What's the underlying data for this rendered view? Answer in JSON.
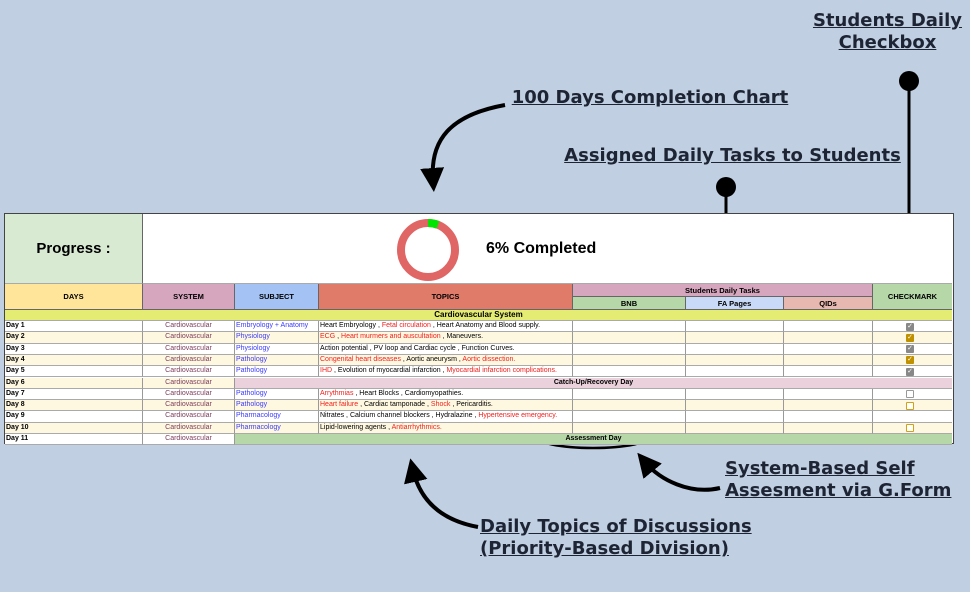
{
  "annotations": {
    "checkbox": "Students Daily Checkbox",
    "chart": "100 Days Completion Chart",
    "tasks": "Assigned Daily Tasks to Students",
    "assessment": "System-Based Self Assesment via G.Form",
    "topics": "Daily Topics of Discussions (Priority-Based Division)"
  },
  "progress": {
    "label": "Progress :",
    "percent": 6,
    "text": "6% Completed",
    "done_color": "#00e600",
    "remaining_color": "#e06666"
  },
  "headers": {
    "days": "DAYS",
    "system": "SYSTEM",
    "subject": "SUBJECT",
    "topics": "TOPICS",
    "tasks": "Students Daily Tasks",
    "bnb": "BNB",
    "fa": "FA Pages",
    "qids": "QIDs",
    "checkmark": "CHECKMARK"
  },
  "section": "Cardiovascular System",
  "rows": [
    {
      "day": "Day 1",
      "system": "Cardiovascular",
      "subject": "Embryology + Anatomy",
      "topics": [
        {
          "t": "Heart Embryology , "
        },
        {
          "t": "Fetal circulation",
          "r": 1
        },
        {
          "t": " , Heart Anatomy and Blood supply."
        }
      ],
      "check": "checked-gray"
    },
    {
      "day": "Day 2",
      "system": "Cardiovascular",
      "subject": "Physiology",
      "topics": [
        {
          "t": "ECG",
          "r": 1
        },
        {
          "t": " , "
        },
        {
          "t": "Heart murmers and auscultation",
          "r": 1
        },
        {
          "t": " , Maneuvers."
        }
      ],
      "check": "checked-gold"
    },
    {
      "day": "Day 3",
      "system": "Cardiovascular",
      "subject": "Physiology",
      "topics": [
        {
          "t": "Action potential , PV loop and Cardiac cycle , Function Curves."
        }
      ],
      "check": "checked-gray"
    },
    {
      "day": "Day 4",
      "system": "Cardiovascular",
      "subject": "Pathology",
      "topics": [
        {
          "t": "Congenital heart diseases",
          "r": 1
        },
        {
          "t": " , Aortic aneurysm , "
        },
        {
          "t": "Aortic dissection.",
          "r": 1
        }
      ],
      "check": "checked-gold"
    },
    {
      "day": "Day 5",
      "system": "Cardiovascular",
      "subject": "Pathology",
      "topics": [
        {
          "t": "IHD",
          "r": 1
        },
        {
          "t": " , Evolution of myocardial infarction  , "
        },
        {
          "t": "Myocardial infarction complications.",
          "r": 1
        }
      ],
      "check": "checked-gray"
    },
    {
      "day": "Day 6",
      "system": "Cardiovascular",
      "span": "Catch-Up/Recovery Day",
      "span_color": "#ead1dc"
    },
    {
      "day": "Day 7",
      "system": "Cardiovascular",
      "subject": "Pathology",
      "topics": [
        {
          "t": "Arrythmias",
          "r": 1
        },
        {
          "t": " , Heart Blocks , Cardiomyopathies."
        }
      ],
      "check": "empty-gray"
    },
    {
      "day": "Day 8",
      "system": "Cardiovascular",
      "subject": "Pathology",
      "topics": [
        {
          "t": "Heart failure",
          "r": 1
        },
        {
          "t": " , Cardiac tamponade , "
        },
        {
          "t": "Shock",
          "r": 1
        },
        {
          "t": " , Pericarditis."
        }
      ],
      "check": "empty-gold"
    },
    {
      "day": "Day 9",
      "system": "Cardiovascular",
      "subject": "Pharmacology",
      "topics": [
        {
          "t": "Nitrates , Calcium channel blockers , Hydralazine , "
        },
        {
          "t": "Hypertensive emergency.",
          "r": 1
        }
      ],
      "check": "none"
    },
    {
      "day": "Day 10",
      "system": "Cardiovascular",
      "subject": "Pharmacology",
      "topics": [
        {
          "t": "Lipid-lowering agents , "
        },
        {
          "t": "Antiarrhythmics.",
          "r": 1
        }
      ],
      "check": "empty-gold"
    },
    {
      "day": "Day 11",
      "system": "Cardiovascular",
      "span": "Assessment Day",
      "span_color": "#b6d7a8"
    }
  ]
}
